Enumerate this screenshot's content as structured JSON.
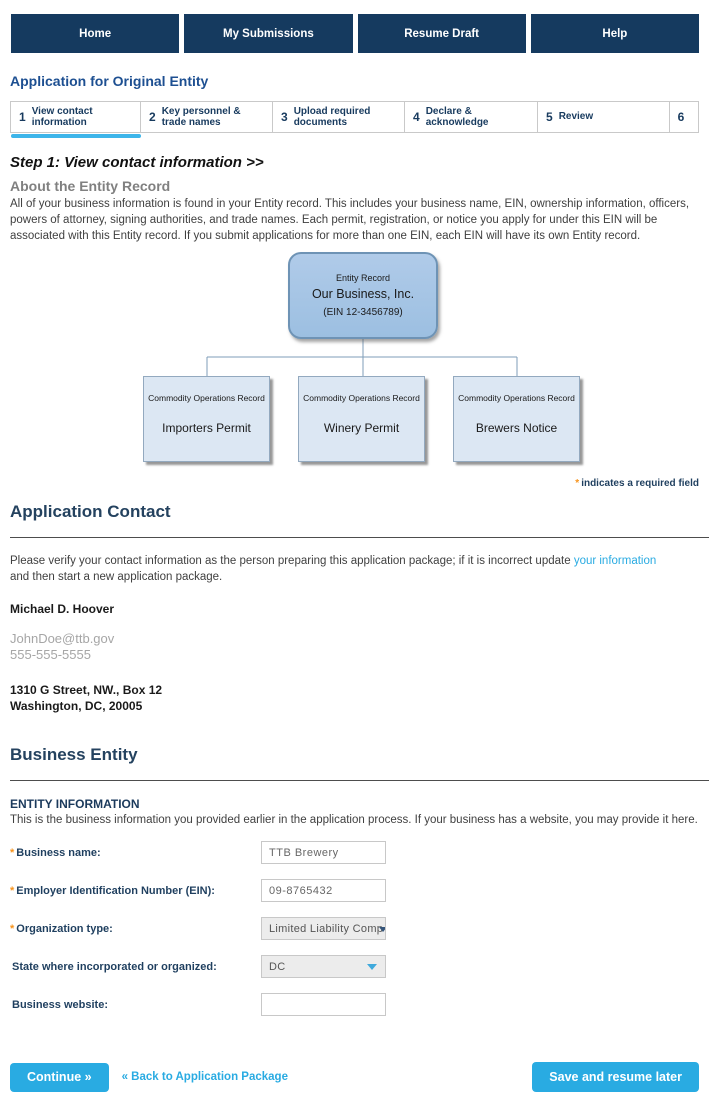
{
  "colors": {
    "nav_navy": "#153a5f",
    "title_blue": "#1d4f91",
    "accent_blue": "#29abe2",
    "required_orange": "#f7941d",
    "heading_slate": "#24425f"
  },
  "nav": {
    "items": [
      "Home",
      "My Submissions",
      "Resume Draft",
      "Help"
    ]
  },
  "page_title": "Application for Original Entity",
  "steps": [
    {
      "num": "1",
      "label": "View contact information"
    },
    {
      "num": "2",
      "label": "Key personnel & trade names"
    },
    {
      "num": "3",
      "label": "Upload required documents"
    },
    {
      "num": "4",
      "label": "Declare & acknowledge"
    },
    {
      "num": "5",
      "label": "Review"
    },
    {
      "num": "6",
      "label": ""
    }
  ],
  "step_heading": "Step 1: View contact information >>",
  "about": {
    "heading": "About the Entity Record",
    "body": "All of your business information is found in your Entity record. This includes your business name, EIN, ownership information, officers, powers of attorney, signing authorities, and trade names. Each permit, registration, or notice you apply for under this EIN will be associated with this Entity record. If you submit applications for more than one EIN, each EIN will have its own Entity record."
  },
  "diagram": {
    "entity": {
      "type_label": "Entity Record",
      "name": "Our Business, Inc.",
      "ein": "(EIN 12-3456789)"
    },
    "children": [
      {
        "type_label": "Commodity Operations Record",
        "name": "Importers Permit"
      },
      {
        "type_label": "Commodity Operations Record",
        "name": "Winery Permit"
      },
      {
        "type_label": "Commodity Operations Record",
        "name": "Brewers Notice"
      }
    ]
  },
  "required_note": {
    "star": "*",
    "text": "indicates a required field"
  },
  "application_contact": {
    "heading": "Application Contact",
    "intro_before": "Please verify your contact information as the person preparing this application package; if it is incorrect update ",
    "link_text": "your information",
    "intro_after": " and then start a new application package.",
    "name": "Michael D. Hoover",
    "email": "JohnDoe@ttb.gov",
    "phone": "555-555-5555",
    "address_line1": "1310 G Street, NW., Box 12",
    "address_line2": "Washington, DC, 20005"
  },
  "business_entity": {
    "heading": "Business Entity",
    "subheading": "ENTITY INFORMATION",
    "description": "This is the business information you provided earlier in the application process. If your business has a website, you may provide it here.",
    "fields": [
      {
        "label": "Business name:",
        "star": "*",
        "type": "text",
        "value": "TTB Brewery"
      },
      {
        "label": "Employer Identification Number (EIN):",
        "star": "*",
        "type": "text",
        "value": "09-8765432"
      },
      {
        "label": "Organization type:",
        "star": "*",
        "type": "select",
        "value": "Limited Liability Comp"
      },
      {
        "label": "State where incorporated or organized:",
        "star": "",
        "type": "select",
        "value": "DC"
      },
      {
        "label": "Business website:",
        "star": "",
        "type": "text",
        "value": ""
      }
    ]
  },
  "footer": {
    "continue_label": "Continue »",
    "back_link": "« Back to Application Package",
    "save_label": "Save and resume later"
  }
}
